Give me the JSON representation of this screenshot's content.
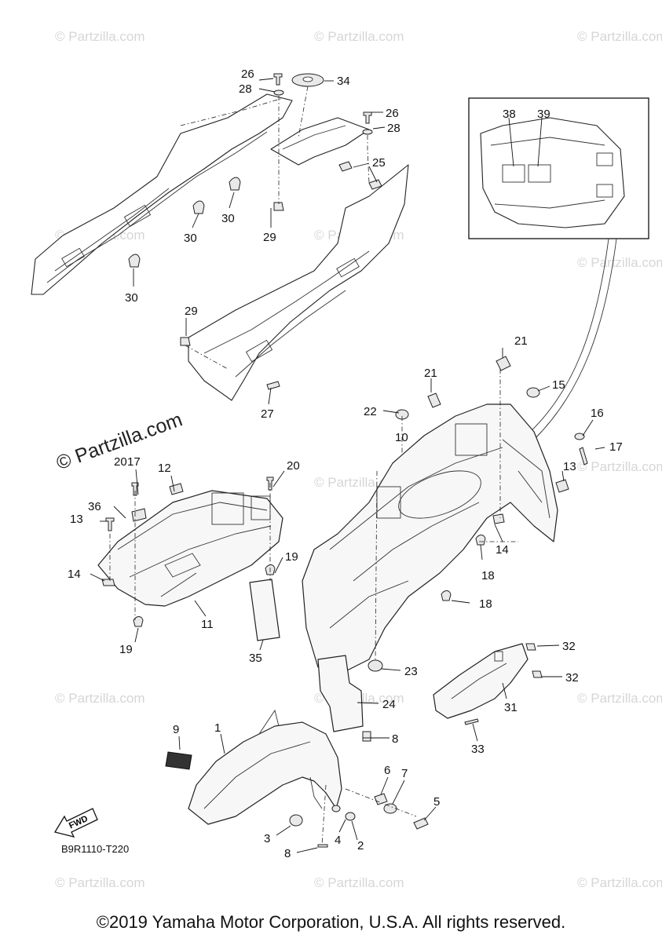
{
  "watermark": {
    "small": "© Partzilla.com",
    "large": "© Partzilla.com"
  },
  "diagram_code": "B9R1110-T220",
  "copyright": "©2019 Yamaha Motor Corporation, U.S.A. All rights reserved.",
  "fwd_label": "FWD",
  "callouts": {
    "c1": "1",
    "c2": "2",
    "c3": "3",
    "c4": "4",
    "c5": "5",
    "c6": "6",
    "c7": "7",
    "c8a": "8",
    "c8b": "8",
    "c9": "9",
    "c10": "10",
    "c11": "11",
    "c12": "12",
    "c13a": "13",
    "c13b": "13",
    "c14a": "14",
    "c14b": "14",
    "c15": "15",
    "c16": "16",
    "c17a": "17",
    "c17b": "17",
    "c18a": "18",
    "c18b": "18",
    "c19a": "19",
    "c19b": "19",
    "c20a": "20",
    "c20b": "20",
    "c21a": "21",
    "c21b": "21",
    "c22": "22",
    "c23": "23",
    "c24": "24",
    "c25": "25",
    "c26a": "26",
    "c26b": "26",
    "c27": "27",
    "c28a": "28",
    "c28b": "28",
    "c29a": "29",
    "c29b": "29",
    "c30a": "30",
    "c30b": "30",
    "c30c": "30",
    "c31": "31",
    "c32a": "32",
    "c32b": "32",
    "c33": "33",
    "c34": "34",
    "c35": "35",
    "c36": "36",
    "c38": "38",
    "c39": "39"
  }
}
